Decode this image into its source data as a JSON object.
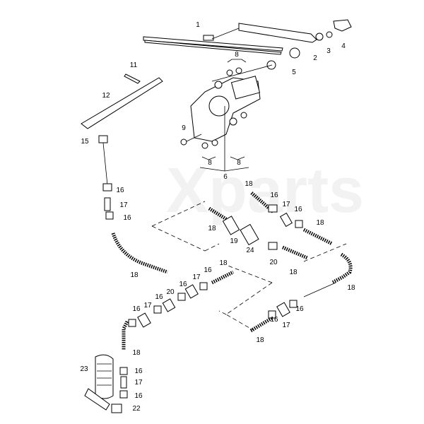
{
  "watermark": "Xparts",
  "callouts": [
    "1",
    "2",
    "3",
    "4",
    "5",
    "6",
    "8",
    "8",
    "8",
    "9",
    "11",
    "12",
    "15",
    "16",
    "17",
    "16",
    "18",
    "18",
    "16",
    "17",
    "16",
    "18",
    "18",
    "19",
    "24",
    "20",
    "18",
    "18",
    "18",
    "16",
    "17",
    "16",
    "20",
    "16",
    "17",
    "16",
    "16",
    "17",
    "16",
    "18",
    "18",
    "23",
    "16",
    "17",
    "16",
    "22"
  ]
}
